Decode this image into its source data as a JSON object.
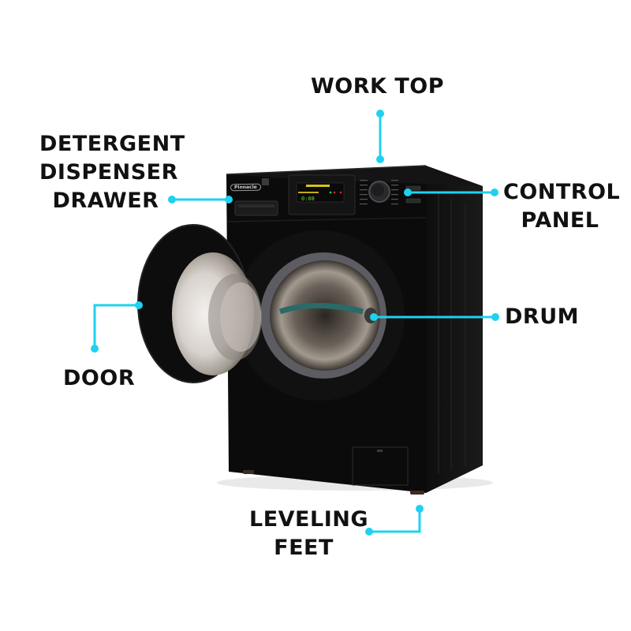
{
  "diagram": {
    "subject": "Front-load washing machine",
    "brand": "Pinnacle",
    "accent_color": "#1fd1f0",
    "machine_color": "#0b0b0b",
    "labels": [
      {
        "id": "work-top",
        "lines": [
          "WORK TOP"
        ]
      },
      {
        "id": "detergent-dispenser-drawer",
        "lines": [
          "DETERGENT",
          "DISPENSER",
          "DRAWER"
        ]
      },
      {
        "id": "control-panel",
        "lines": [
          "CONTROL",
          "PANEL"
        ]
      },
      {
        "id": "door",
        "lines": [
          "DOOR"
        ]
      },
      {
        "id": "drum",
        "lines": [
          "DRUM"
        ]
      },
      {
        "id": "leveling-feet",
        "lines": [
          "LEVELING",
          "FEET"
        ]
      }
    ],
    "display": {
      "time": "0:08"
    }
  }
}
